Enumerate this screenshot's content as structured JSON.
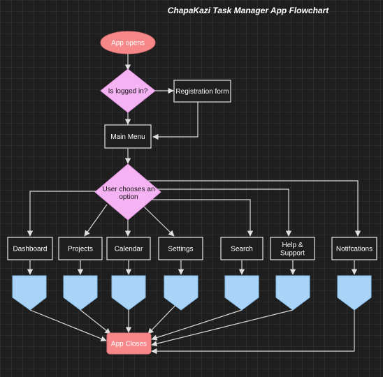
{
  "title": "ChapaKazi Task Manager App Flowchart",
  "colors": {
    "start_fill": "#f7888a",
    "decision_fill": "#f5b3f3",
    "end_fill": "#f7888a",
    "connector_fill": "#a9d3f7",
    "edge": "#d9d9d9",
    "box_border": "#e6e6e6"
  },
  "nodes": {
    "start": "App opens",
    "logged_in_decision": "Is logged in?",
    "registration": "Registration form",
    "main_menu": "Main Menu",
    "choose_decision": [
      "User chooses an",
      "option"
    ],
    "options": {
      "dashboard": "Dashboard",
      "projects": "Projects",
      "calendar": "Calendar",
      "settings": "Settings",
      "search": "Search",
      "help": [
        "Help &",
        "Support"
      ],
      "notifications": "Notifcations"
    },
    "end": "App Closes"
  }
}
